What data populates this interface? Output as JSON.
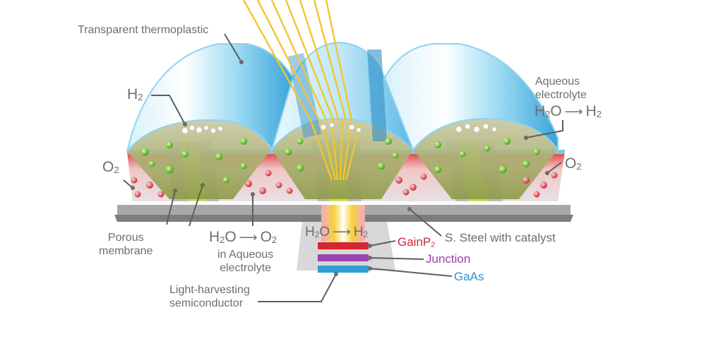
{
  "labels": {
    "transparent_thermoplastic": "Transparent thermoplastic",
    "h2_left": "H",
    "h2_left_sub": "2",
    "o2_left": "O",
    "o2_left_sub": "2",
    "aqueous_electrolyte_line1": "Aqueous",
    "aqueous_electrolyte_line2": "electrolyte",
    "reaction_right_h2o_base": "H",
    "reaction_right_h2o_sub": "2",
    "reaction_right_h2o_tail": "O",
    "reaction_right_arrow": "⟶",
    "reaction_right_h2_base": "H",
    "reaction_right_h2_sub": "2",
    "o2_right": "O",
    "o2_right_sub": "2",
    "porous_membrane_line1": "Porous",
    "porous_membrane_line2": "membrane",
    "reaction_left_h2o_base": "H",
    "reaction_left_h2o_sub": "2",
    "reaction_left_h2o_tail": "O",
    "reaction_left_arrow": "⟶",
    "reaction_left_o2_base": "O",
    "reaction_left_o2_sub": "2",
    "in_aqueous_line1": "in Aqueous",
    "in_aqueous_line2": "electrolyte",
    "reaction_mid_h2o_base": "H",
    "reaction_mid_h2o_sub": "2",
    "reaction_mid_h2o_tail": "O",
    "reaction_mid_arrow": "⟶",
    "reaction_mid_h2_base": "H",
    "reaction_mid_h2_sub": "2",
    "steel": "S. Steel with catalyst",
    "gainp2_base": "GainP",
    "gainp2_sub": "2",
    "junction": "Junction",
    "gaas": "GaAs",
    "light_harvesting_line1": "Light-harvesting",
    "light_harvesting_line2": "semiconductor"
  },
  "colors": {
    "gainp2": "#d9262c",
    "junction": "#9c45ad",
    "gaas": "#2f9fd6",
    "leader": "#5e5e5e",
    "light_ray": "#f2c531",
    "electrolyte_green": "#9da84e",
    "membrane_gray": "#b9b9b9",
    "electrolyte_red": "#e7c0c3",
    "dome_blue": "#7fcdee"
  },
  "icons": [
    "h2-bubble-icon",
    "o2-bubble-icon",
    "light-ray-icon"
  ]
}
